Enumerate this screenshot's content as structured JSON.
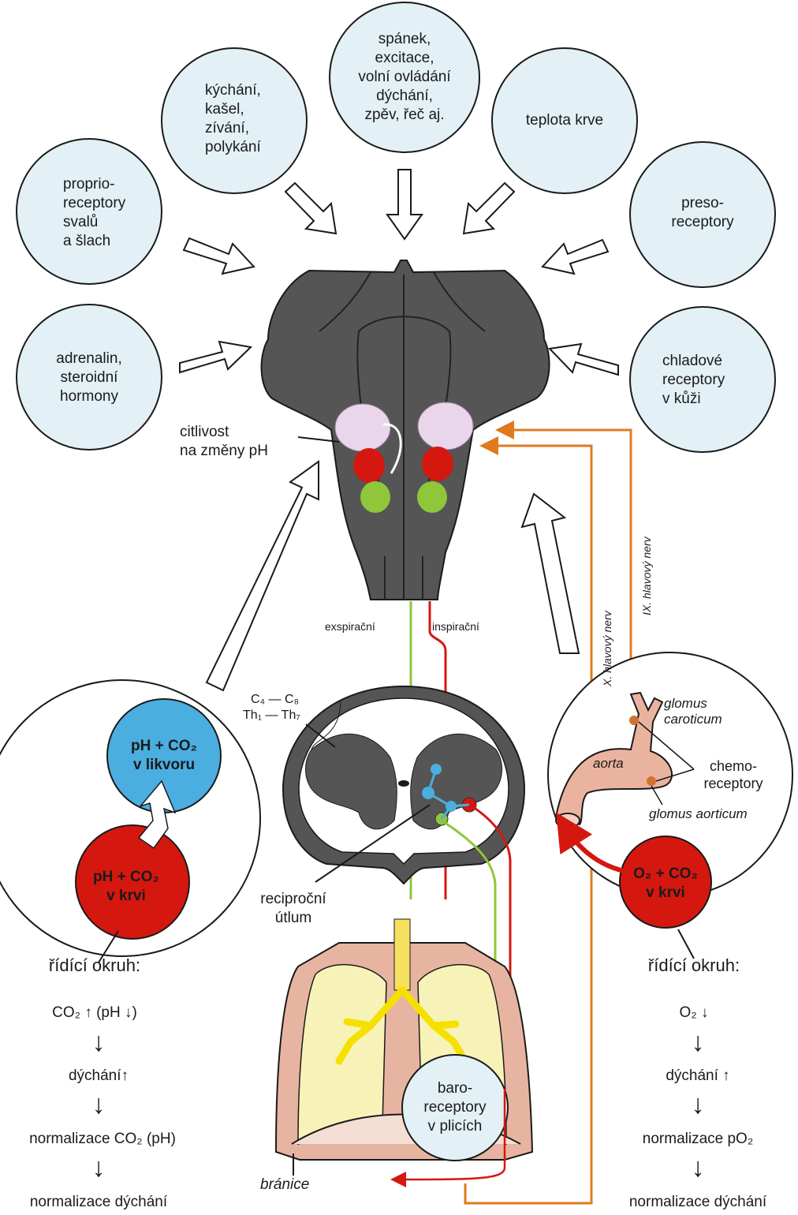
{
  "colors": {
    "circle_fill": "#e3f1f6",
    "brain_fill": "#555555",
    "red": "#d4180f",
    "green": "#8fc63a",
    "blue": "#4aaee0",
    "lung_fill": "#f7f3b8",
    "pleura": "#e8b4a2",
    "nerve_orange": "#e07a1f",
    "pink_zone": "#ead6ea"
  },
  "input_circles": {
    "sleep": [
      "spánek,",
      "excitace,",
      "volní ovládání",
      "dýchání,",
      "zpěv, řeč aj."
    ],
    "reflexes": [
      "kýchání,",
      "kašel,",
      "zívání,",
      "polykání"
    ],
    "temperature": [
      "teplota krve"
    ],
    "proprioceptors": [
      "proprio-",
      "receptory",
      "svalů",
      "a šlach"
    ],
    "pressoreceptors": [
      "preso-",
      "receptory"
    ],
    "hormones": [
      "adrenalin,",
      "steroidní",
      "hormony"
    ],
    "cold_receptors": [
      "chladové",
      "receptory",
      "v kůži"
    ]
  },
  "brainstem": {
    "ph_label": [
      "citlivost",
      "na změny pH"
    ],
    "expiratory": "exspirační",
    "inspiratory": "inspirační",
    "nerve_x": "X. hlavový nerv",
    "nerve_ix": "IX. hlavový nerv"
  },
  "spinal": {
    "segments_top": "C₄ — C₈",
    "segments_bottom": "Th₁ — Th₇",
    "reciprocal": [
      "reciproční",
      "útlum"
    ]
  },
  "left_loop": {
    "csf_circle": [
      "pH + CO₂",
      "v likvoru"
    ],
    "blood_circle": [
      "pH + CO₂",
      "v krvi"
    ],
    "title": "řídící okruh:",
    "steps": [
      "CO₂ ↑ (pH ↓)",
      "dýchání↑",
      "normalizace CO₂ (pH)",
      "normalizace dýchání"
    ]
  },
  "right_loop": {
    "glomus_caroticum": [
      "glomus",
      "caroticum"
    ],
    "aorta": "aorta",
    "chemoreceptors": [
      "chemo-",
      "receptory"
    ],
    "glomus_aorticum": "glomus aorticum",
    "blood_circle": [
      "O₂ + CO₂",
      "v krvi"
    ],
    "title": "řídící okruh:",
    "steps": [
      "O₂ ↓",
      "dýchání ↑",
      "normalizace pO₂",
      "normalizace dýchání"
    ]
  },
  "lungs": {
    "baroreceptors": [
      "baro-",
      "receptory",
      "v plicích"
    ],
    "diaphragm": "bránice"
  }
}
